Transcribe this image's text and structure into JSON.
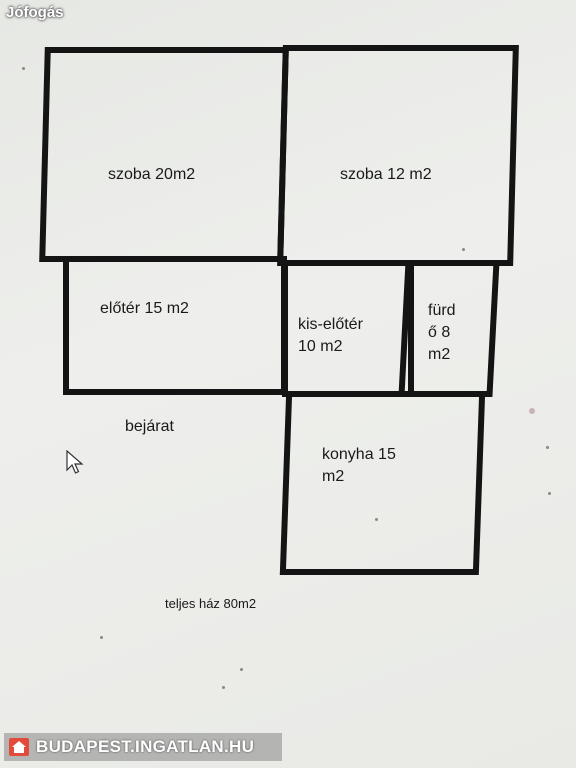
{
  "watermark": {
    "top": "Jófogás",
    "bottom": "BUDAPEST.INGATLAN.HU",
    "bottom_icon": "house-icon",
    "bottom_color": "#e24b3c"
  },
  "rooms": {
    "szoba1": "szoba 20m2",
    "szoba2": "szoba 12 m2",
    "eloter": "előtér 15 m2",
    "kiseloter": "kis-előtér\n10 m2",
    "furdo": "fürd\nő 8\nm2",
    "konyha": "konyha 15\nm2"
  },
  "labels": {
    "bejarat": "bejárat",
    "total": "teljes ház 80m2"
  },
  "cursor_icon": "mouse-pointer-icon",
  "colors": {
    "walls": "#141414",
    "background": "#e9eae6"
  }
}
